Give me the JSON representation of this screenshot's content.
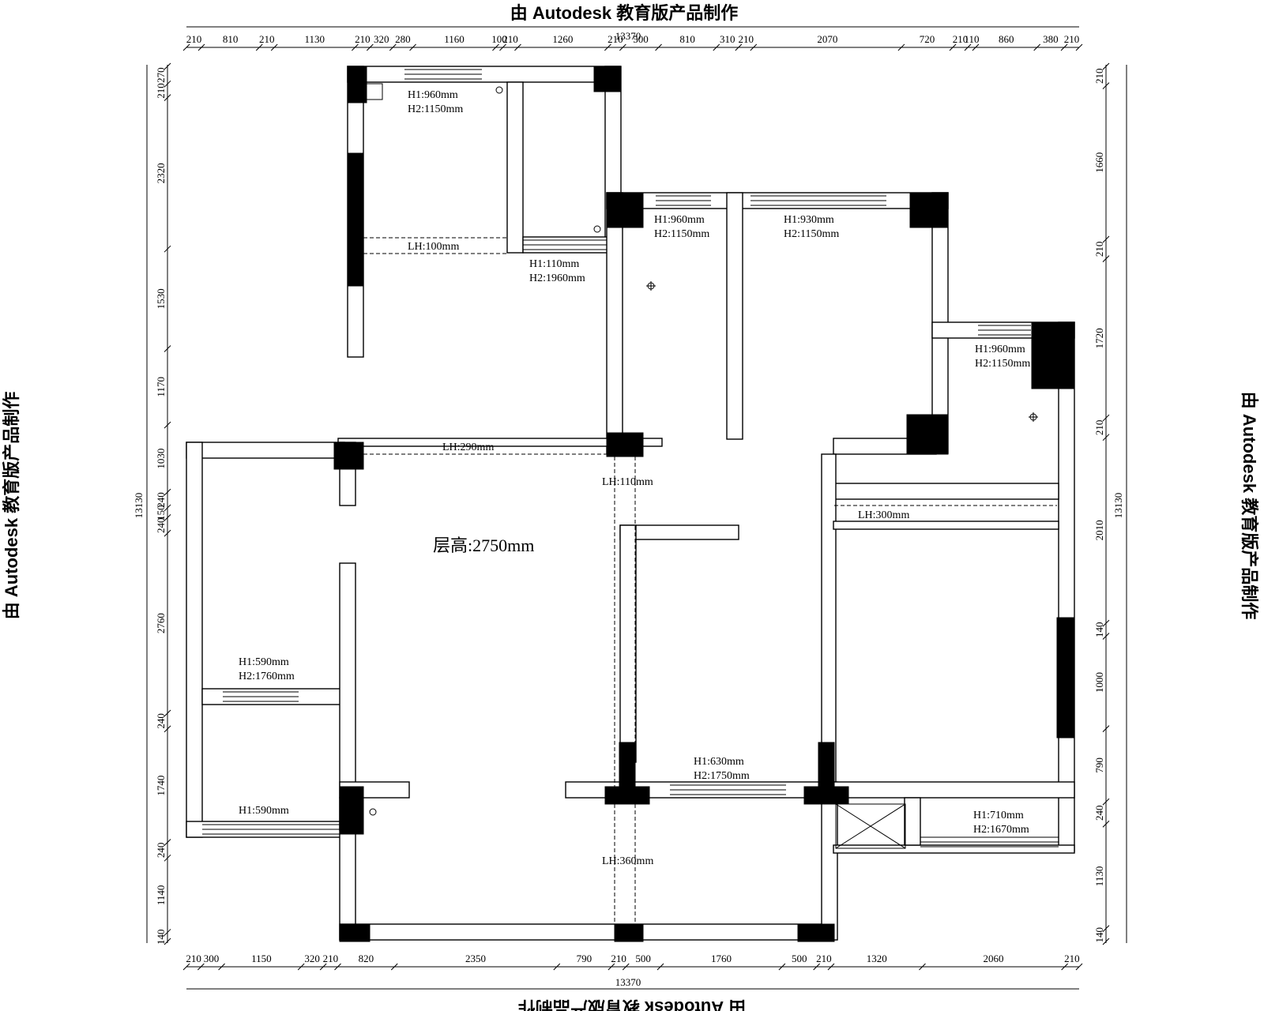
{
  "watermark": {
    "top": "由 Autodesk 教育版产品制作",
    "bottom": "由 Autodesk 教育版产品制作",
    "left": "由 Autodesk 教育版产品制作",
    "right": "由 Autodesk 教育版产品制作"
  },
  "totals": {
    "top": "13370",
    "bottom": "13370",
    "left": "13130",
    "right": "13130"
  },
  "top_dims": [
    "210",
    "810",
    "210",
    "1130",
    "210",
    "320",
    "280",
    "1160",
    "100",
    "210",
    "1260",
    "210",
    "500",
    "810",
    "310",
    "210",
    "2070",
    "720",
    "210",
    "110",
    "860",
    "380",
    "210"
  ],
  "bottom_dims": [
    "210",
    "300",
    "1150",
    "320",
    "210",
    "820",
    "2350",
    "790",
    "210",
    "500",
    "1760",
    "500",
    "210",
    "1320",
    "2060",
    "210"
  ],
  "left_dims": [
    "270",
    "210",
    "2320",
    "1530",
    "1170",
    "1030",
    "240",
    "150",
    "240",
    "2760",
    "240",
    "1740",
    "240",
    "1140",
    "140"
  ],
  "right_dims": [
    "210",
    "1660",
    "210",
    "1720",
    "210",
    "2010",
    "140",
    "1000",
    "790",
    "240",
    "1130",
    "140"
  ],
  "ceiling_height": "层高:2750mm",
  "annotations": {
    "w1_h1": "H1:960mm",
    "w1_h2": "H2:1150mm",
    "w2_h1": "H1:960mm",
    "w2_h2": "H2:1150mm",
    "w3_h1": "H1:930mm",
    "w3_h2": "H2:1150mm",
    "w4_h1": "H1:960mm",
    "w4_h2": "H2:1150mm",
    "d1_h1": "H1:110mm",
    "d1_h2": "H2:1960mm",
    "w5_h1": "H1:590mm",
    "w5_h2": "H2:1760mm",
    "w6_h1": "H1:590mm",
    "d2_h1": "H1:630mm",
    "d2_h2": "H2:1750mm",
    "w7_h1": "H1:710mm",
    "w7_h2": "H2:1670mm",
    "b1": "LH:100mm",
    "b2": "LH:290mm",
    "b3": "LH:110mm",
    "b4": "LH:300mm",
    "b5": "LH:360mm"
  }
}
